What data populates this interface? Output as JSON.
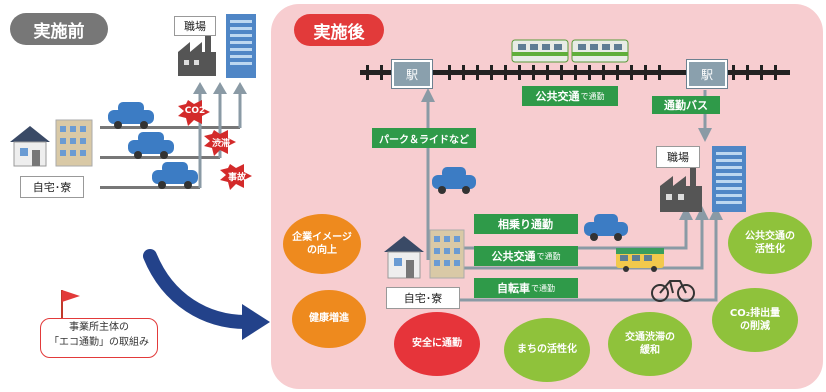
{
  "before": {
    "title": "実施前",
    "workplace_label": "職場",
    "home_label": "自宅･寮",
    "bursts": [
      "CO2",
      "渋滞",
      "事故"
    ]
  },
  "after": {
    "title": "実施後",
    "station_left": "駅",
    "station_right": "駅",
    "public_transit_label": "公共交通",
    "public_transit_suffix": "で通勤",
    "commuter_bus_label": "通勤バス",
    "park_and_ride_label": "パーク＆ライドなど",
    "workplace_label": "職場",
    "home_label": "自宅･寮",
    "modes": [
      {
        "main": "相乗り通勤",
        "suffix": ""
      },
      {
        "main": "公共交通",
        "suffix": "で通勤"
      },
      {
        "main": "自転車",
        "suffix": "で通勤"
      }
    ],
    "benefits": [
      {
        "text": "企業イメージ\nの向上",
        "color": "#ee8a1e"
      },
      {
        "text": "健康増進",
        "color": "#ee8a1e"
      },
      {
        "text": "安全に通勤",
        "color": "#e6343a"
      },
      {
        "text": "まちの活性化",
        "color": "#8fc23b"
      },
      {
        "text": "交通渋滞の\n緩和",
        "color": "#8fc23b"
      },
      {
        "text": "公共交通の\n活性化",
        "color": "#8fc23b"
      },
      {
        "text": "CO₂排出量\nの削減",
        "color": "#8fc23b"
      }
    ]
  },
  "callout": {
    "line1": "事業所主体の",
    "line2": "「エコ通勤」の取組み"
  },
  "colors": {
    "before_pill": "#777777",
    "after_pill": "#e23a3a",
    "after_panel": "#f7cdd0",
    "green_label": "#2f9a49",
    "arrow_blue": "#23428a",
    "gray_arrow": "#8a9aa5"
  }
}
